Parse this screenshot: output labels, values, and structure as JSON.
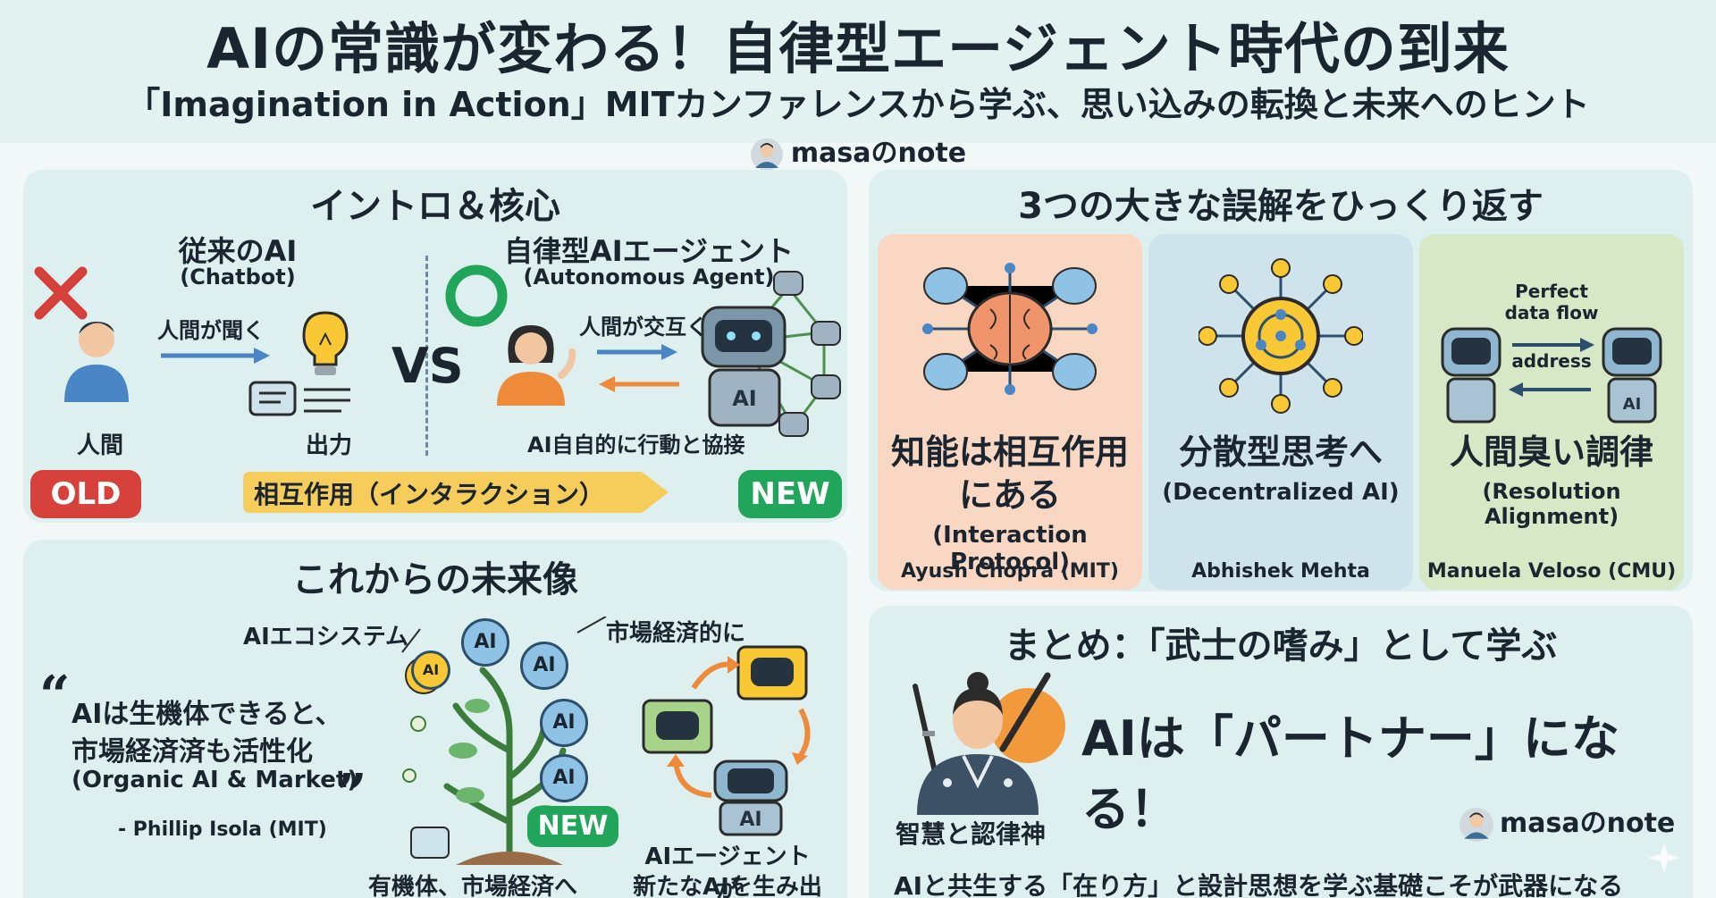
{
  "header": {
    "title": "AIの常識が変わる！自律型エージェント時代の到来",
    "subtitle": "「Imagination in Action」MITカンファレンスから学ぶ、思い込みの転換と未来へのヒント",
    "author": "masaのnote"
  },
  "intro": {
    "title": "イントロ＆核心",
    "old_title": "従来のAI",
    "old_sub": "(Chatbot)",
    "old_arrow": "人間が聞く",
    "human_label": "人間",
    "output_label": "出力",
    "old_tag": "OLD",
    "vs": "VS",
    "new_title": "自律型AIエージェント",
    "new_sub": "(Autonomous Agent)",
    "new_arrow": "人間が交互く",
    "new_caption": "AI自自的に行動と協接",
    "interaction_banner": "相互作用（インタラクション）",
    "new_tag": "NEW",
    "robot_label": "AI"
  },
  "future": {
    "title": "これからの未来像",
    "quote": "AIは生機体できると、",
    "quote_line2": "市場経済済も活性化",
    "quote_line3": "(Organic AI & Market)",
    "quote_author": "- Phillip Isola (MIT)",
    "eco_label": "AIエコシステム",
    "market_label": "市場経済的に",
    "tree_nodes": [
      "AI",
      "AI",
      "AI",
      "AI",
      "AI"
    ],
    "new_tag": "NEW",
    "bottom_left": "有機体、市場経済へ",
    "bottom_right_1": "AIエージェントが",
    "bottom_right_2": "新たなAIを生み出す",
    "robot_label": "AI"
  },
  "myths": {
    "title": "3つの大きな誤解をひっくり返す",
    "cards": [
      {
        "title_1": "知能は相互作用",
        "title_2": "にある",
        "sub": "(Interaction Protocol)",
        "name": "Ayush Chopra (MIT)",
        "color": "#f9d7c2"
      },
      {
        "title_1": "分散型思考へ",
        "title_2": "",
        "sub": "(Decentralized AI)",
        "name": "Abhishek Mehta",
        "color": "#cfe3ec"
      },
      {
        "title_1": "人間臭い調律",
        "title_2": "",
        "sub": "(Resolution Alignment)",
        "name": "Manuela Veloso (CMU)",
        "color": "#d6e8c6"
      }
    ],
    "flow_label_1": "Perfect",
    "flow_label_2": "data flow",
    "flow_label_3": "address",
    "robot_label": "AI"
  },
  "summary": {
    "title": "まとめ：「武士の嗜み」として学ぶ",
    "headline": "AIは「パートナー」になる！",
    "samurai_caption": "智慧と認律神",
    "author": "masaのnote",
    "footer": "AIと共生する「在り方」と設計思想を学ぶ基礎こそが武器になる"
  },
  "colors": {
    "old_red": "#d7413b",
    "new_green": "#21a55a",
    "banner_yellow": "#f6cd5a",
    "accent_blue": "#4a86c5",
    "accent_orange": "#ef8a3a"
  }
}
